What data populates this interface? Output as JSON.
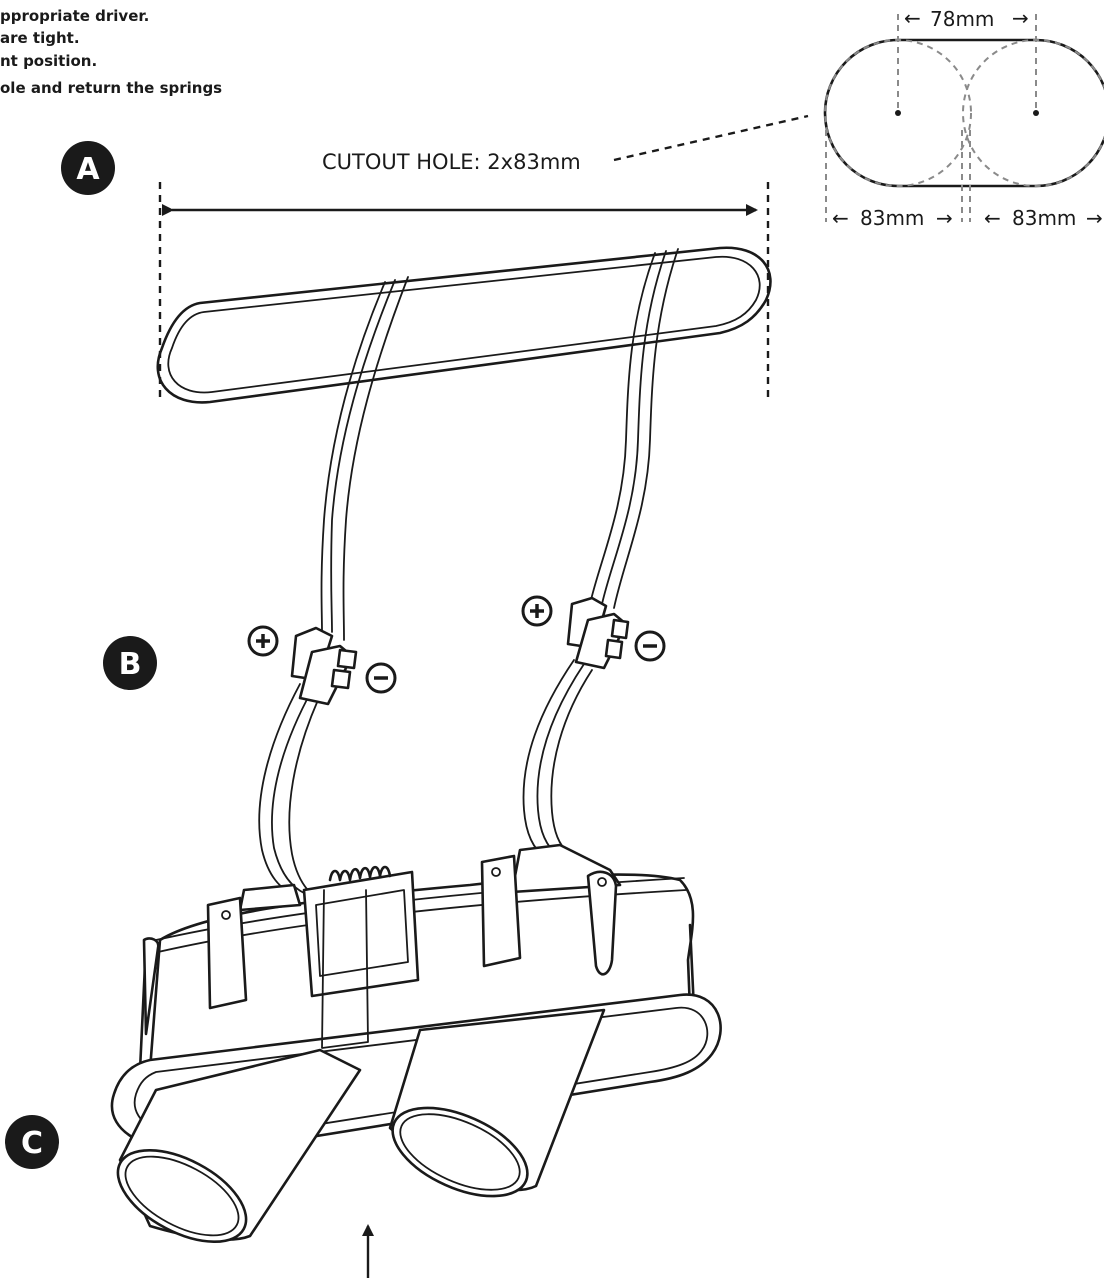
{
  "instructions": [
    "ppropriate driver.",
    "are tight.",
    "nt position.",
    "ole and return the springs"
  ],
  "cutout_label": "CUTOUT HOLE: 2x83mm",
  "dimensions": {
    "center_spacing": "78mm",
    "left_diameter": "83mm",
    "right_diameter": "83mm"
  },
  "steps": {
    "a": "A",
    "b": "B",
    "c": "C"
  },
  "polarity": {
    "positive": "+",
    "negative": "−"
  },
  "colors": {
    "ink": "#1a1a1a",
    "badge": "#1a1a1a",
    "guide": "#8a8a8a"
  }
}
